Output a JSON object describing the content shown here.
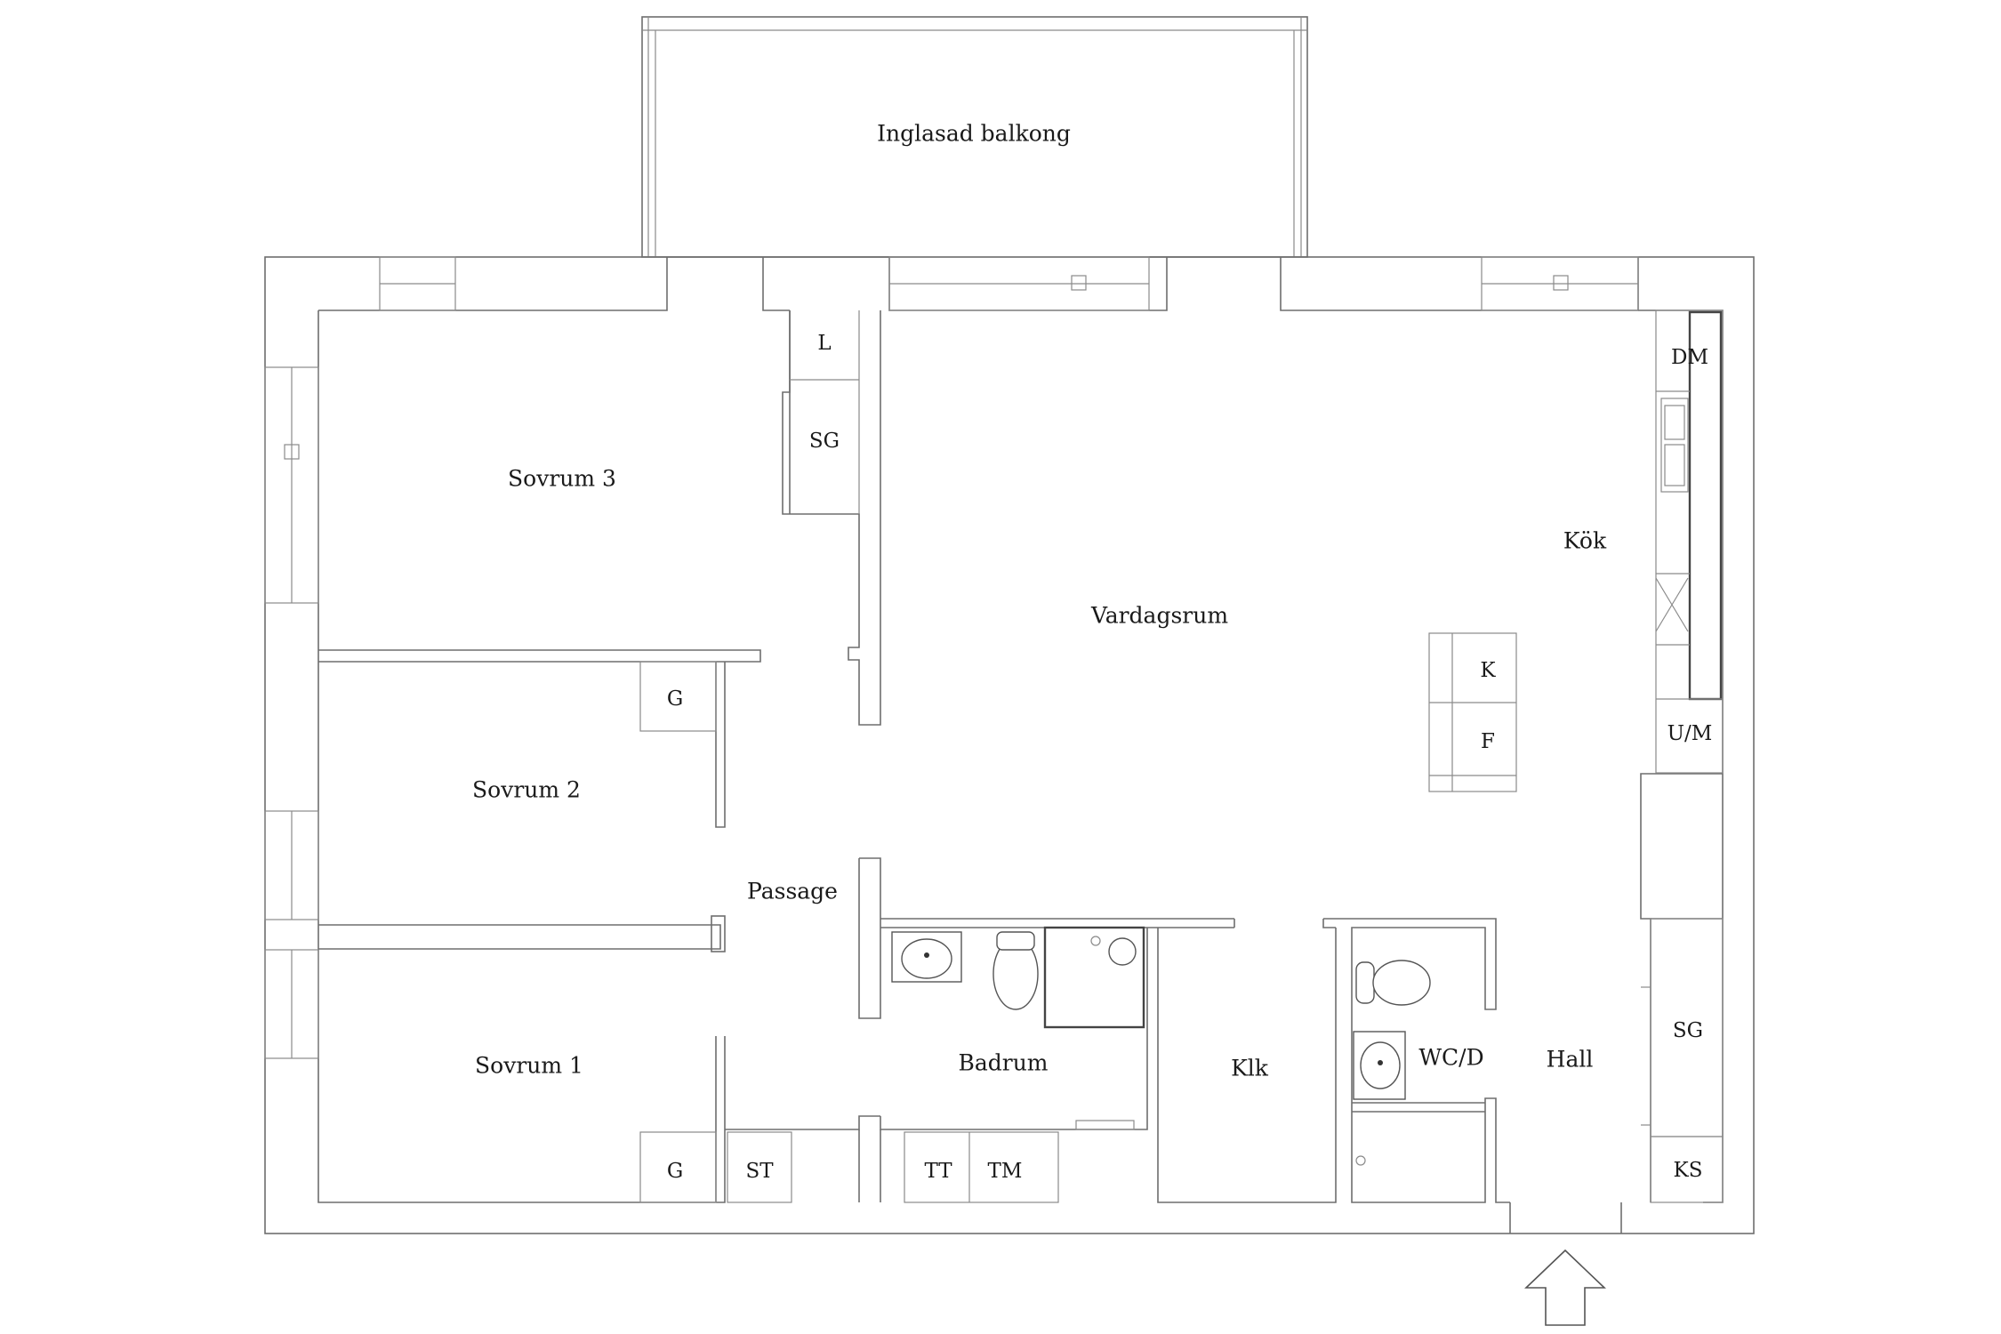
{
  "rooms": {
    "balcony": "Inglasad balkong",
    "bedroom3": "Sovrum 3",
    "bedroom2": "Sovrum 2",
    "bedroom1": "Sovrum 1",
    "living": "Vardagsrum",
    "kitchen": "Kök",
    "passage": "Passage",
    "bathroom": "Badrum",
    "walkin": "Klk",
    "wc": "WC/D",
    "hall": "Hall"
  },
  "fixtures": {
    "linen": "L",
    "wardrobe_sg_top": "SG",
    "wardrobe_g_bed2": "G",
    "wardrobe_g_bed1": "G",
    "storage": "ST",
    "dryer": "TT",
    "washer": "TM",
    "dishwasher": "DM",
    "fridge": "K",
    "freezer": "F",
    "oven_micro": "U/M",
    "wardrobe_sg_hall": "SG",
    "cold_storage": "KS"
  },
  "icons": {
    "entrance": "entrance-arrow-icon"
  }
}
